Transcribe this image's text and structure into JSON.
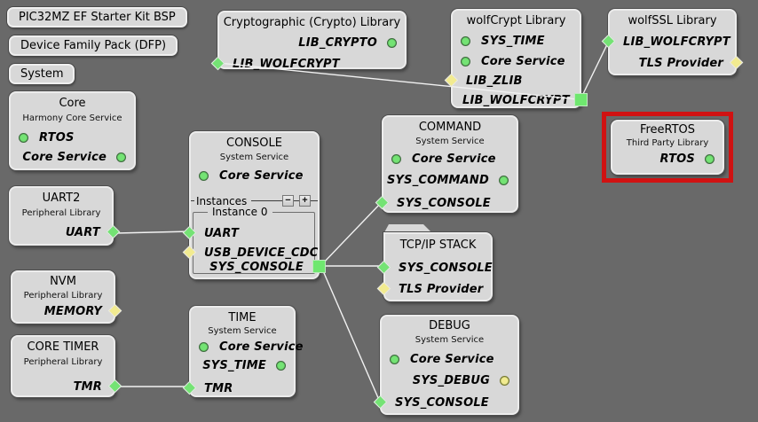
{
  "colors": {
    "bg": "#696969",
    "blockfill": "#d8d8d8",
    "wire": "#f2f2f2",
    "green": "#74e374",
    "yellow": "#f2eb90",
    "red": "#d01212"
  },
  "toolbar": {
    "bsp": "PIC32MZ EF Starter Kit BSP",
    "dfp": "Device Family Pack (DFP)",
    "system": "System"
  },
  "blocks": {
    "core": {
      "title": "Core",
      "subtitle": "Harmony Core Service",
      "ports": {
        "rtos": "RTOS",
        "core_service": "Core Service"
      }
    },
    "uart2": {
      "title": "UART2",
      "subtitle": "Peripheral Library",
      "ports": {
        "uart": "UART"
      }
    },
    "nvm": {
      "title": "NVM",
      "subtitle": "Peripheral Library",
      "ports": {
        "memory": "MEMORY"
      }
    },
    "core_timer": {
      "title": "CORE TIMER",
      "subtitle": "Peripheral Library",
      "ports": {
        "tmr": "TMR"
      }
    },
    "console": {
      "title": "CONSOLE",
      "subtitle": "System Service",
      "instances_label": "Instances",
      "minus_label": "−",
      "plus_label": "+",
      "instance0_label": "Instance 0",
      "ports": {
        "core_service": "Core Service",
        "uart": "UART",
        "usb_device_cdc": "USB_DEVICE_CDC",
        "sys_console": "SYS_CONSOLE"
      }
    },
    "time": {
      "title": "TIME",
      "subtitle": "System Service",
      "ports": {
        "core_service": "Core Service",
        "sys_time": "SYS_TIME",
        "tmr": "TMR"
      }
    },
    "crypto": {
      "title": "Cryptographic (Crypto) Library",
      "ports": {
        "lib_crypto": "LIB_CRYPTO",
        "lib_wolfcrypt": "LIB_WOLFCRYPT"
      }
    },
    "wolfcrypt": {
      "title": "wolfCrypt Library",
      "ports": {
        "sys_time": "SYS_TIME",
        "core_service": "Core Service",
        "lib_zlib": "LIB_ZLIB",
        "lib_wolfcrypt": "LIB_WOLFCRYPT"
      }
    },
    "wolfssl": {
      "title": "wolfSSL Library",
      "ports": {
        "lib_wolfcrypt": "LIB_WOLFCRYPT",
        "tls_provider": "TLS Provider"
      }
    },
    "freertos": {
      "title": "FreeRTOS",
      "subtitle": "Third Party Library",
      "ports": {
        "rtos": "RTOS"
      }
    },
    "command": {
      "title": "COMMAND",
      "subtitle": "System Service",
      "ports": {
        "core_service": "Core Service",
        "sys_command": "SYS_COMMAND",
        "sys_console": "SYS_CONSOLE"
      }
    },
    "tcpip": {
      "title": "TCP/IP STACK",
      "ports": {
        "sys_console": "SYS_CONSOLE",
        "tls_provider": "TLS Provider"
      }
    },
    "debug": {
      "title": "DEBUG",
      "subtitle": "System Service",
      "ports": {
        "core_service": "Core Service",
        "sys_debug": "SYS_DEBUG",
        "sys_console": "SYS_CONSOLE"
      }
    }
  }
}
